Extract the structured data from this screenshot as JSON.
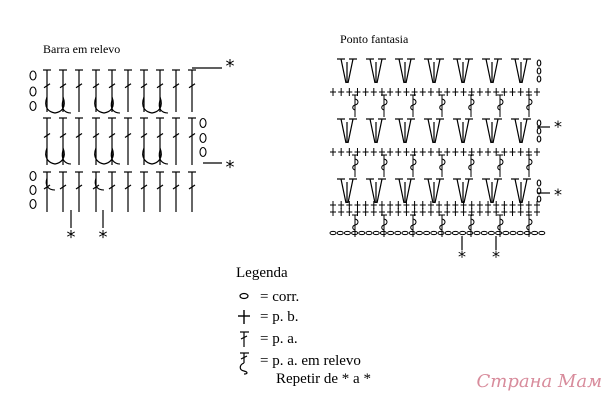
{
  "chart1": {
    "title": "Barra em relevo",
    "repeat_mark": "*"
  },
  "chart2": {
    "title": "Ponto fantasia",
    "repeat_mark": "*"
  },
  "legend": {
    "title": "Legenda",
    "items": [
      {
        "symbol": "chain-icon",
        "text": "= corr."
      },
      {
        "symbol": "single-crochet-icon",
        "text": "= p. b."
      },
      {
        "symbol": "double-crochet-icon",
        "text": "= p. a."
      },
      {
        "symbol": "relief-double-crochet-icon",
        "text": "= p. a. em relevo"
      }
    ],
    "repeat": "Repetir de * a *"
  },
  "watermark": "Страна Мам",
  "colors": {
    "ink": "#000000",
    "watermark": "#d88c9c"
  }
}
